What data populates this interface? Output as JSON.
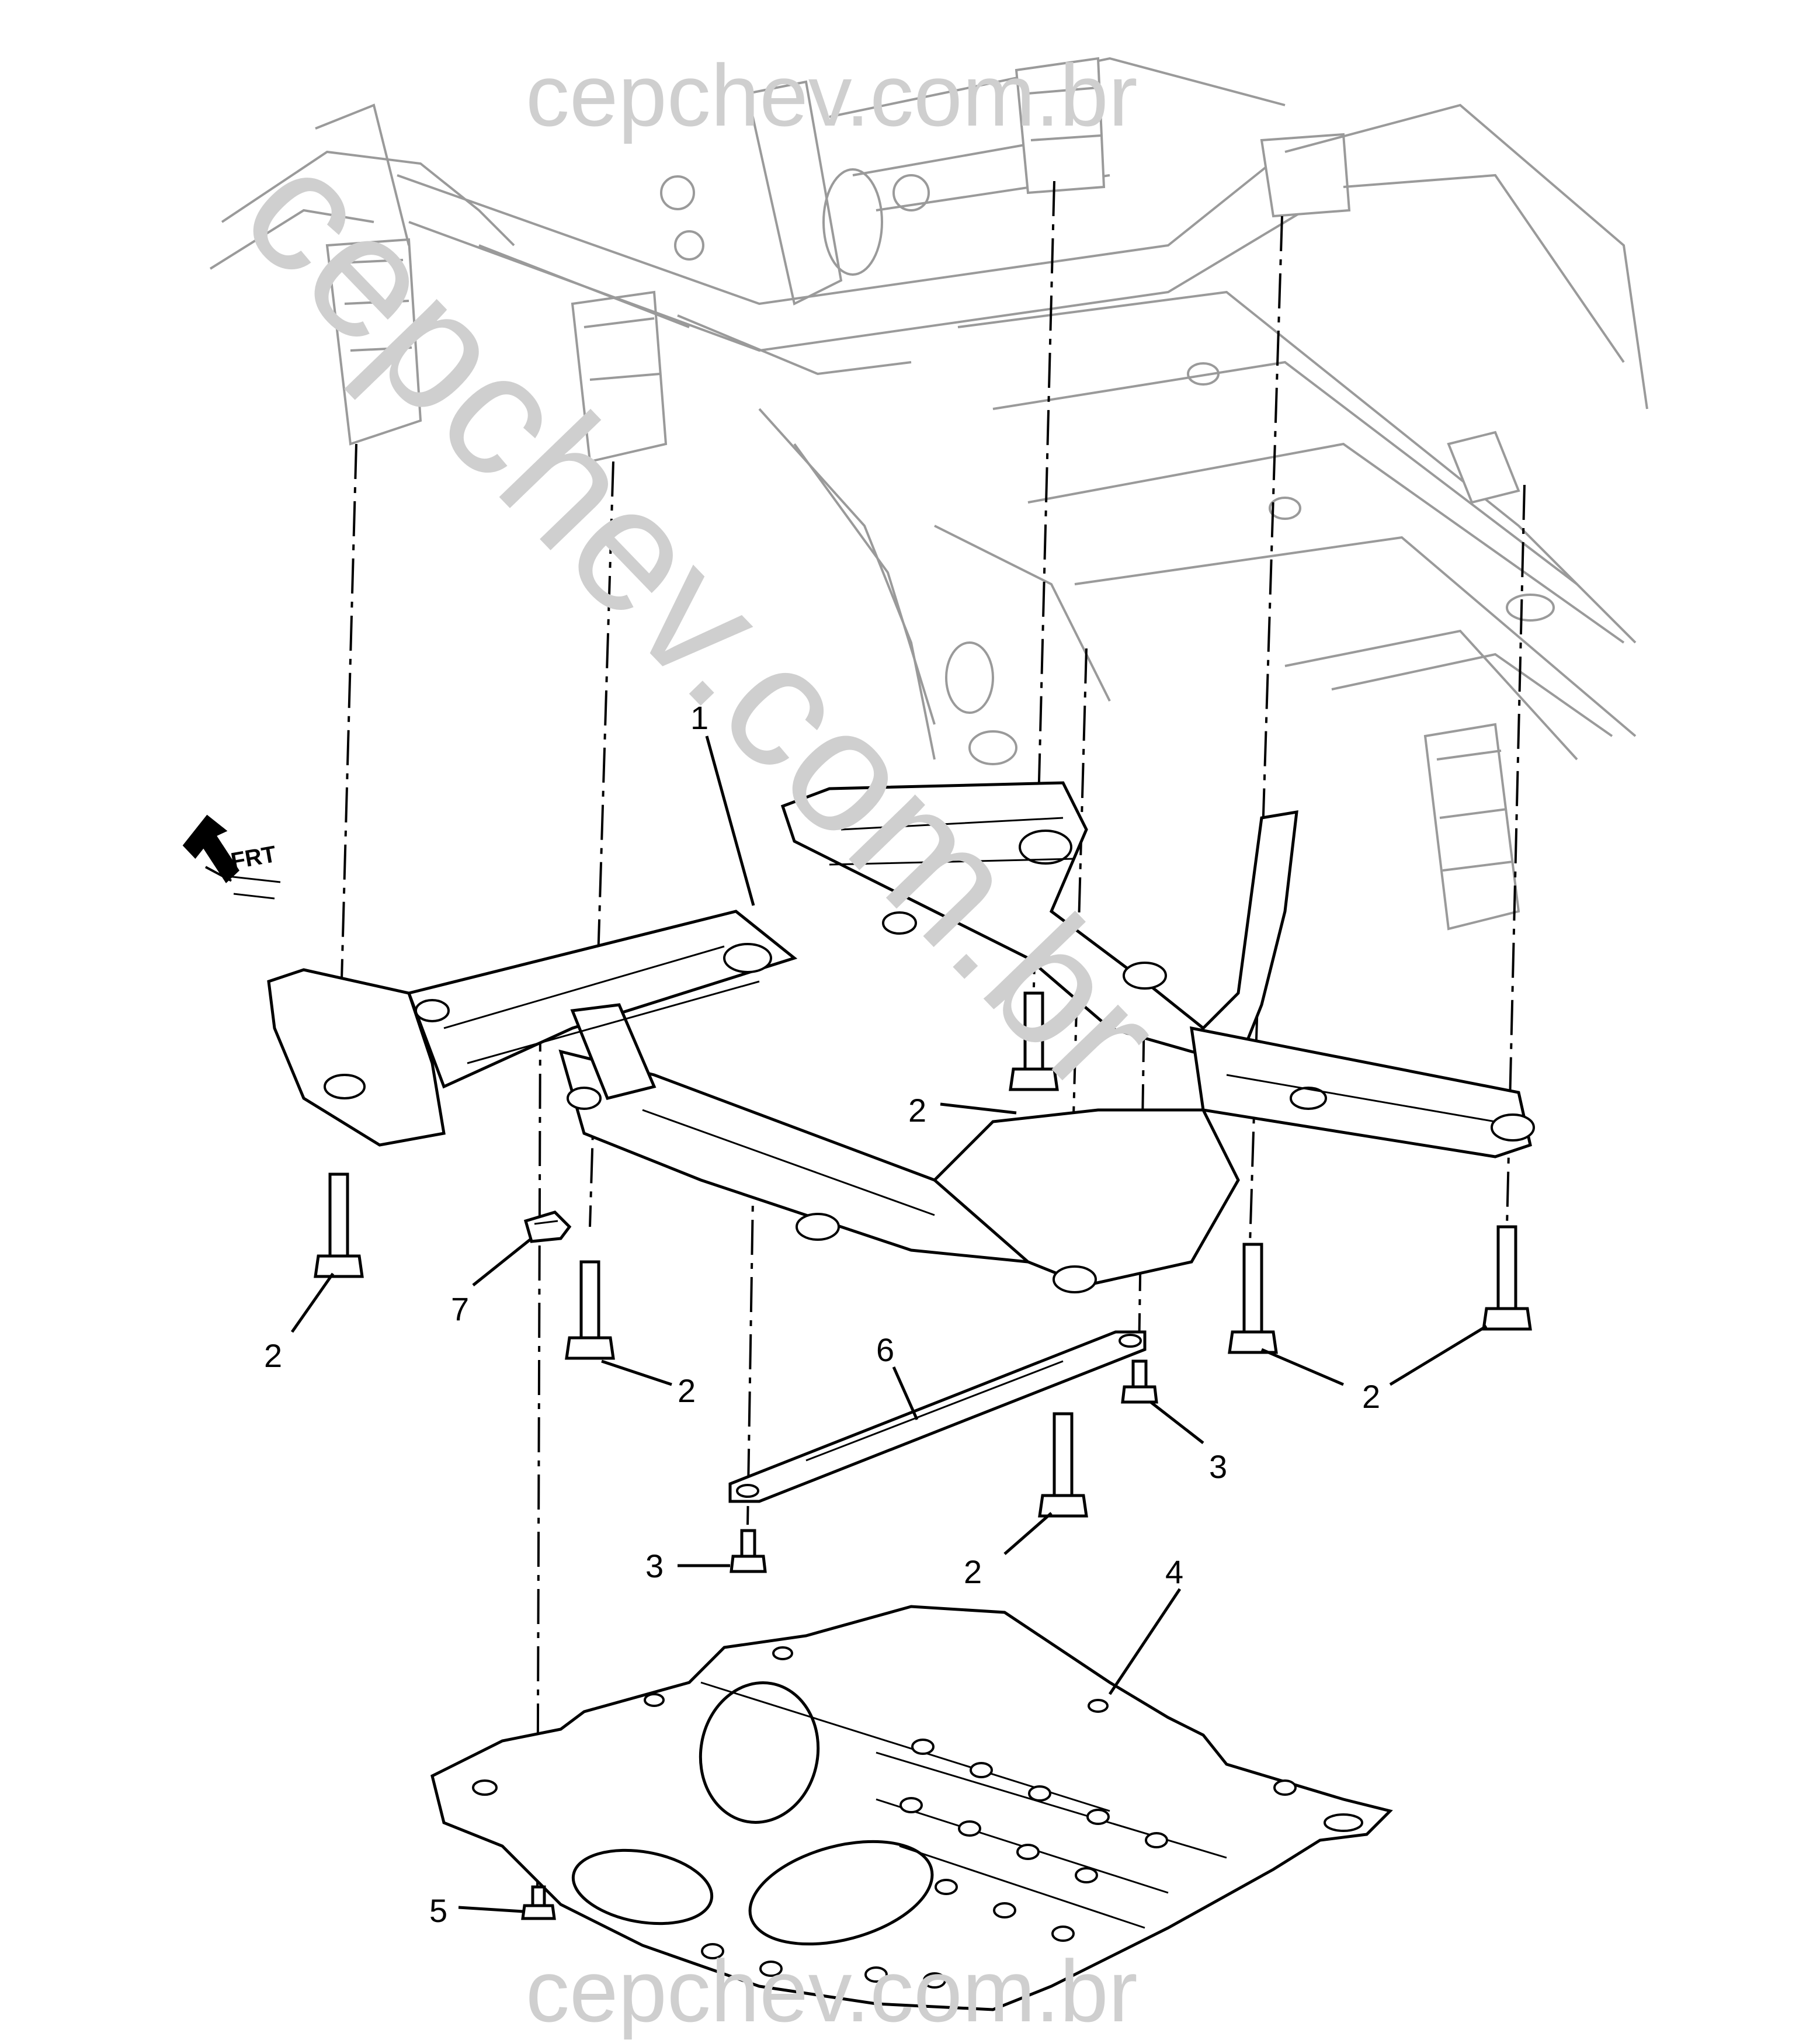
{
  "watermark": {
    "top": "cepchev.com.br",
    "diagonal": "cepchev.com.br",
    "bottom": "cepchev.com.br"
  },
  "front_indicator": {
    "label": "FRT",
    "icon": "front-arrow-icon"
  },
  "callouts": {
    "frame": "1",
    "bolt_left_outer": "2",
    "bolt_left_inner": "2",
    "bolt_center_upper": "2",
    "bolt_center_lower": "2",
    "bolt_right_pair": "2",
    "bolt_small_right": "3",
    "bolt_small_center": "3",
    "shield": "4",
    "shield_bolt": "5",
    "brace": "6",
    "clip": "7"
  }
}
